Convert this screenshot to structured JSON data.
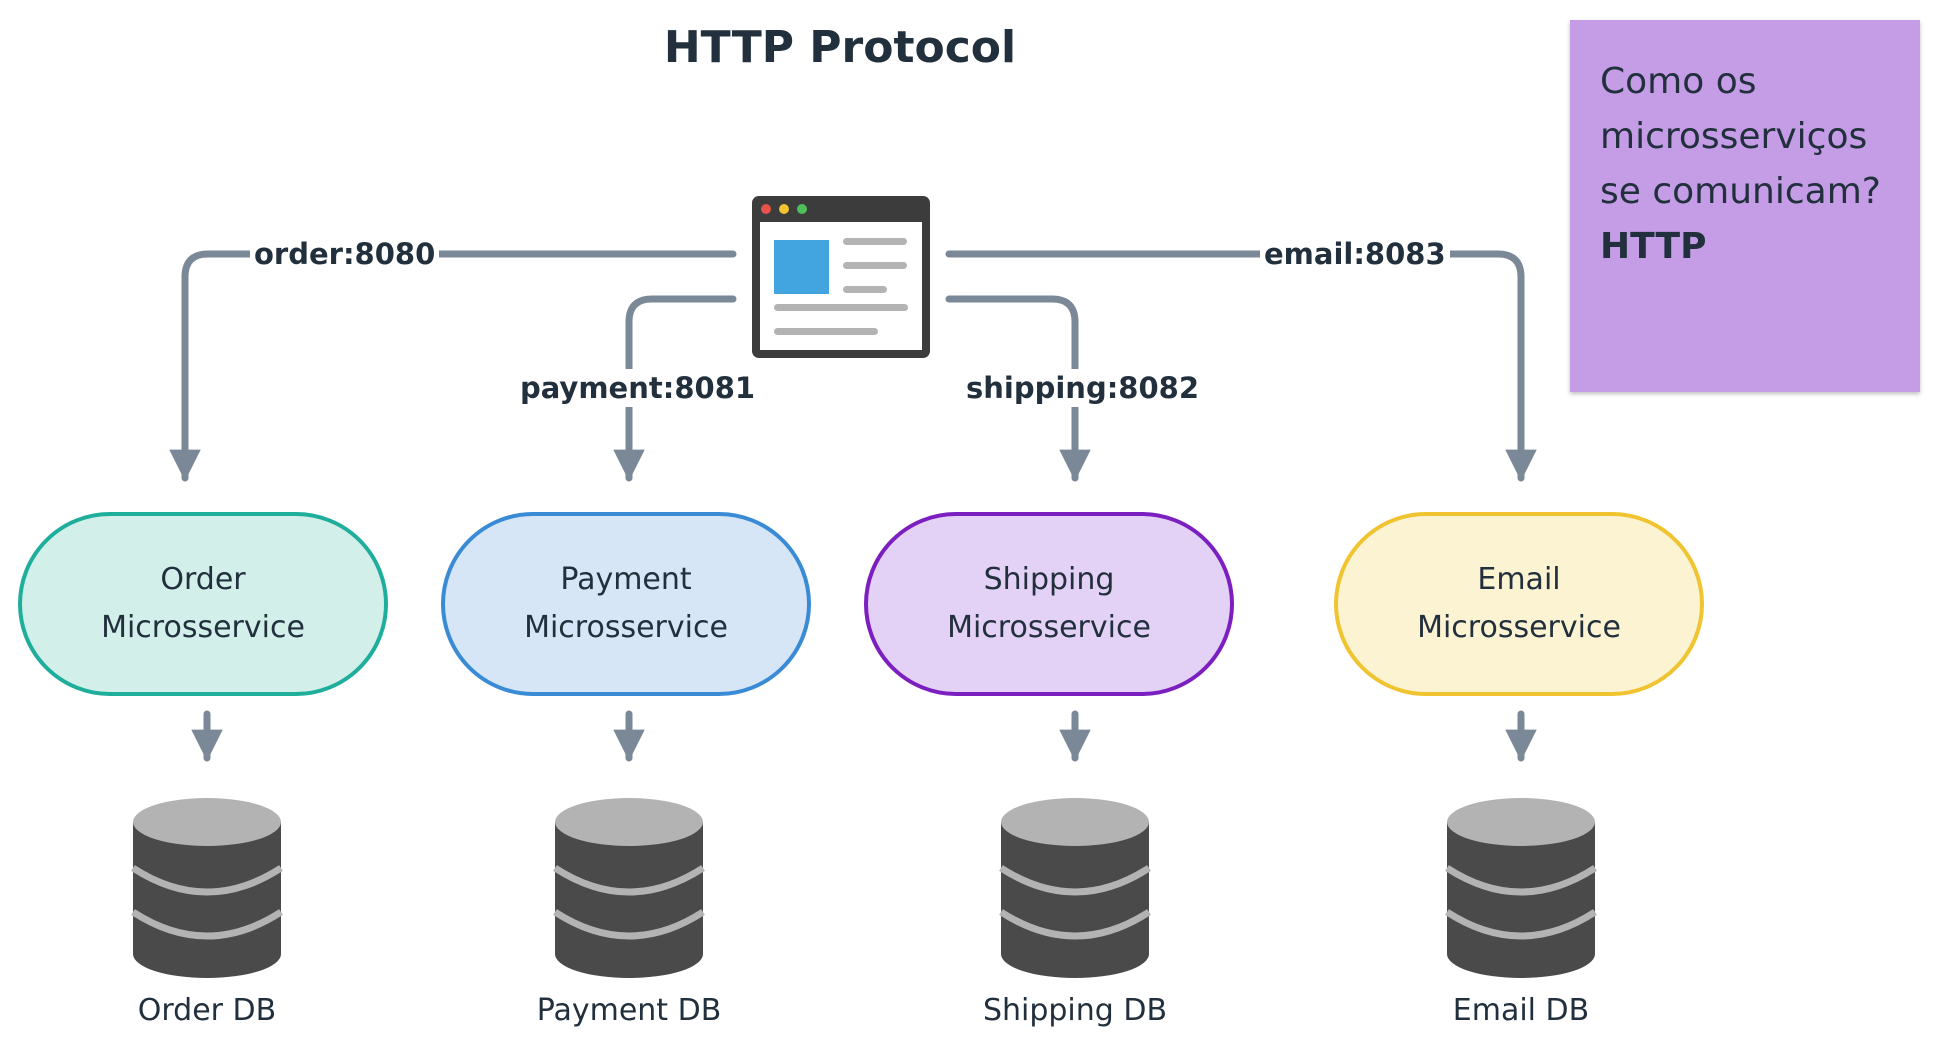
{
  "title": "HTTP Protocol",
  "routes": {
    "order": "order:8080",
    "payment": "payment:8081",
    "shipping": "shipping:8082",
    "email": "email:8083"
  },
  "services": [
    {
      "line1": "Order",
      "line2": "Microsservice",
      "fill": "#d3efea",
      "stroke": "#1fae9c"
    },
    {
      "line1": "Payment",
      "line2": "Microsservice",
      "fill": "#d6e6f6",
      "stroke": "#3a8bd6"
    },
    {
      "line1": "Shipping",
      "line2": "Microsservice",
      "fill": "#e3d2f6",
      "stroke": "#7b1fc0"
    },
    {
      "line1": "Email",
      "line2": "Microsservice",
      "fill": "#fcf3d2",
      "stroke": "#f0c430"
    }
  ],
  "databases": [
    "Order DB",
    "Payment DB",
    "Shipping DB",
    "Email DB"
  ],
  "sticky_note": {
    "text": "Como os microsserviços se comunicam?",
    "emphasis": "HTTP"
  },
  "colors": {
    "connector": "#7a8897",
    "db_body": "#4a4a4a",
    "db_top": "#b3b3b3"
  },
  "icons": {
    "client": "browser-window-icon",
    "database": "database-icon"
  }
}
